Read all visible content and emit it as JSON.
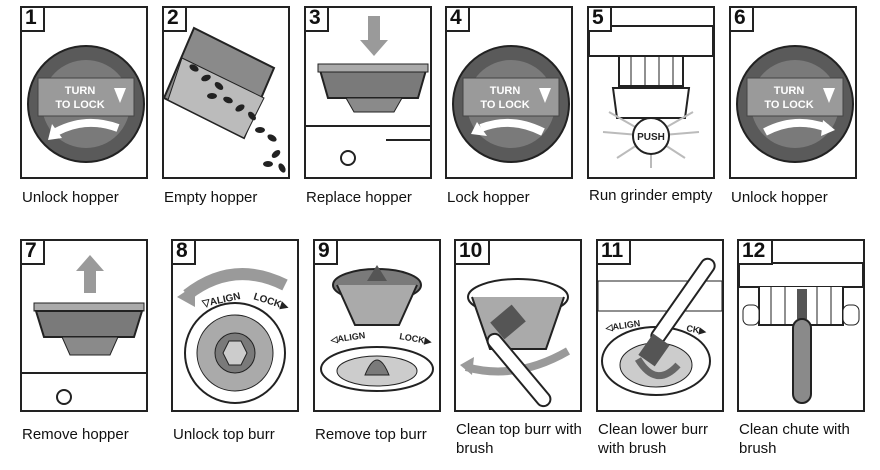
{
  "steps": [
    {
      "n": "1",
      "caption": "Unlock hopper"
    },
    {
      "n": "2",
      "caption": "Empty hopper"
    },
    {
      "n": "3",
      "caption": "Replace hopper"
    },
    {
      "n": "4",
      "caption": "Lock hopper"
    },
    {
      "n": "5",
      "caption": "Run grinder empty"
    },
    {
      "n": "6",
      "caption": "Unlock hopper"
    },
    {
      "n": "7",
      "caption": "Remove hopper"
    },
    {
      "n": "8",
      "caption": "Unlock top burr"
    },
    {
      "n": "9",
      "caption": "Remove top burr"
    },
    {
      "n": "10",
      "caption": "Clean top burr with brush"
    },
    {
      "n": "11",
      "caption": "Clean lower burr with brush"
    },
    {
      "n": "12",
      "caption": "Clean chute with brush"
    }
  ],
  "dial": {
    "line1": "TURN",
    "line2": "TO LOCK"
  },
  "push_label": "PUSH",
  "align_label": "ALIGN",
  "lock_label": "LOCK",
  "lock_label_short": "CK",
  "colors": {
    "ink": "#222222",
    "dial_dark": "#5a5a5a",
    "dial_mid": "#7a7a7a",
    "light_gray": "#c8c8c8",
    "arrow_gray": "#9a9a9a"
  }
}
